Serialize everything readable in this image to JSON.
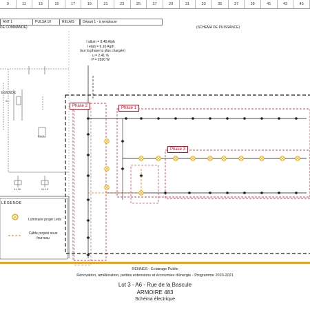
{
  "ruler": [
    "9",
    "11",
    "13",
    "15",
    "17",
    "19",
    "21",
    "23",
    "25",
    "27",
    "29",
    "31",
    "33",
    "35",
    "37",
    "39",
    "41",
    "43",
    "45"
  ],
  "header": {
    "cells": [
      "ANT 1",
      "PULSA 10",
      "RELAIS",
      "Départ 1 - à remplacer"
    ]
  },
  "sections": {
    "left": "DE COMMANDE)",
    "right": "(SCHEMA DE PUISSANCE)"
  },
  "calc": {
    "lines": [
      "I allum = 8.40 A/ph",
      "I etab = 6.10 A/ph",
      "(sur la phase la plus chargée)",
      "u = 2.41 %",
      "P = 2920 W"
    ]
  },
  "phases": {
    "phase1": "Phase 1",
    "phase2": "Phase 2",
    "phase3": "Phase 3"
  },
  "left_labels": [
    "EGENDE",
    "01",
    "01.01",
    "01.16",
    "01.15"
  ],
  "legend": {
    "title": "LÉGENDE",
    "item1": "Luminaire projet Leds",
    "item2": "Câble projeté sous fourreau"
  },
  "footer": {
    "line1": "RENNES - Eclairage Public",
    "line2": "Rénovation, amélioration, petites extensions et économies d'énergie - Programme 2020-2021",
    "line3": "Lot 3 - A6 - Rue de la Bascule",
    "line4": "ARMOIRE 483",
    "line5": "Schéma électrique"
  },
  "colors": {
    "phase": "#d9001b",
    "lamp": "#f2a500",
    "cable_dashed": "#e87a00",
    "purple": "#8a4fc4",
    "footer": "#f2a500"
  }
}
